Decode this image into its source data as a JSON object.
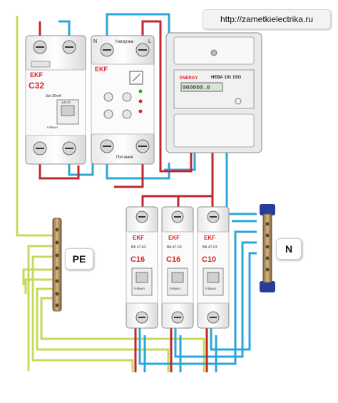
{
  "site_url": "http://zametkielectrika.ru",
  "labels": {
    "pe": "PE",
    "n": "N"
  },
  "rcd": {
    "brand": "EKF",
    "rating": "C32",
    "spec": "IΔn 30mA",
    "model": "АД-32",
    "switch_text": "0-Выкл"
  },
  "relay": {
    "brand": "EKF",
    "terminal_n": "N",
    "terminal_l": "L",
    "load_label": "Нагрузка",
    "power_label": "Питание"
  },
  "meter": {
    "brand": "ENERGY",
    "model": "НЕВА 101 1SO",
    "display": "000000.0"
  },
  "breakers": [
    {
      "brand": "EKF",
      "model": "ВА 47-63",
      "rating": "C16",
      "switch_text": "0-Выкл"
    },
    {
      "brand": "EKF",
      "model": "ВА 47-63",
      "rating": "C16",
      "switch_text": "0-Выкл"
    },
    {
      "brand": "EKF",
      "model": "ВА 47-63",
      "rating": "C10",
      "switch_text": "0-Выкл"
    }
  ],
  "colors": {
    "phase_wire": "#c0272d",
    "neutral_wire": "#2aa7d8",
    "ground_wire": "#c8d85a",
    "device_body": "#f7f7f7",
    "label_red": "#d7262d",
    "bus_blue": "#2a3c9b",
    "bus_brass": "#b89a6a"
  }
}
